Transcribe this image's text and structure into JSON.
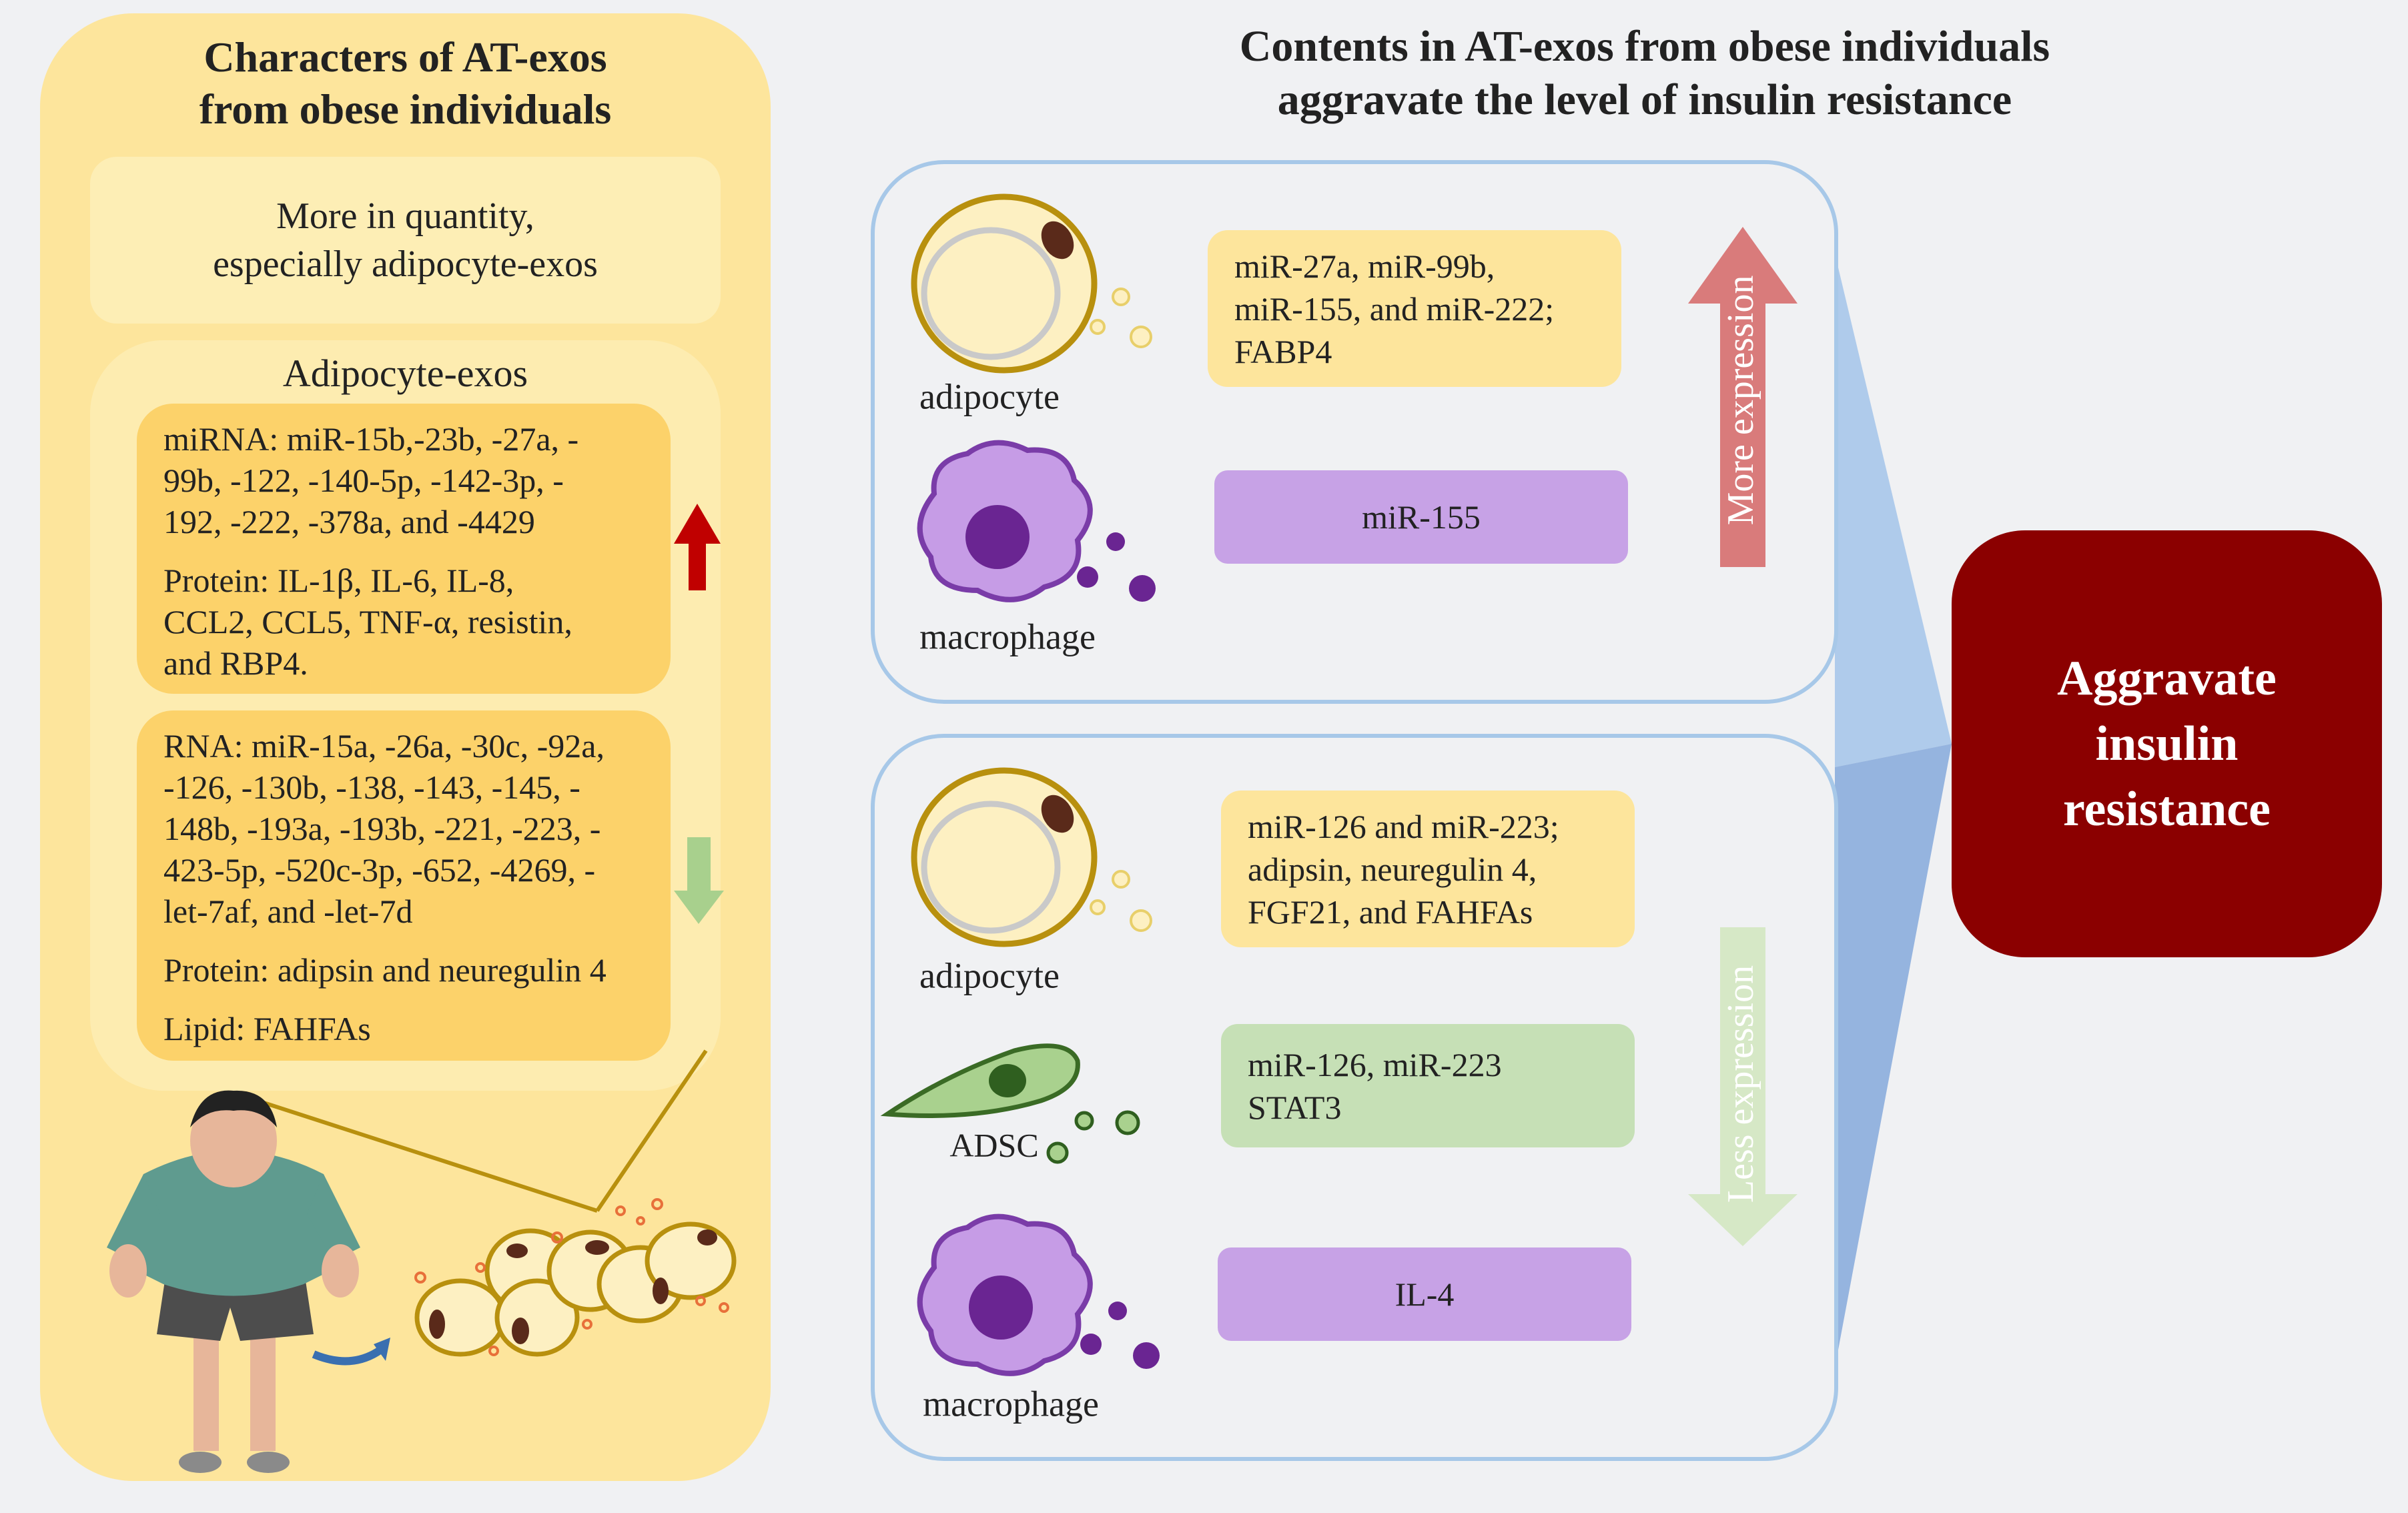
{
  "left": {
    "title": "Characters of AT-exos\nfrom obese individuals",
    "quantity_text": "More in quantity,\nespecially adipocyte-exos",
    "adipocyte_title": "Adipocyte-exos",
    "up_card": {
      "mirna": "miRNA: miR-15b,-23b, -27a, -\n99b, -122, -140-5p, -142-3p, -\n192, -222, -378a, and -4429",
      "protein": "Protein: IL-1β, IL-6, IL-8,\nCCL2, CCL5, TNF-α, resistin,\nand RBP4."
    },
    "down_card": {
      "rna": "RNA: miR-15a, -26a, -30c, -92a,\n-126, -130b, -138, -143, -145, -\n148b, -193a, -193b, -221, -223, -\n423-5p, -520c-3p, -652, -4269, -\nlet-7af, and -let-7d",
      "protein": "Protein: adipsin and neuregulin 4",
      "lipid": "Lipid: FAHFAs"
    }
  },
  "right": {
    "title": "Contents in AT-exos from obese individuals\naggravate the level of insulin resistance",
    "top_panel": {
      "adipocyte_label": "adipocyte",
      "macrophage_label": "macrophage",
      "adipocyte_content": "miR-27a, miR-99b,\nmiR-155, and miR-222;\nFABP4",
      "macrophage_content": "miR-155",
      "arrow_label": "More expression"
    },
    "bottom_panel": {
      "adipocyte_label": "adipocyte",
      "adsc_label": "ADSC",
      "macrophage_label": "macrophage",
      "adipocyte_content": "miR-126 and miR-223;\nadipsin, neuregulin 4,\nFGF21, and FAHFAs",
      "adsc_content": "miR-126, miR-223\nSTAT3",
      "macrophage_content": "IL-4",
      "arrow_label": "Less expression"
    },
    "result": "Aggravate\ninsulin\nresistance"
  },
  "colors": {
    "up_arrow": "#c00000",
    "down_arrow": "#a8d08d",
    "more_expression_arrow": "#d97b7b",
    "less_expression_arrow": "#d6e8c6",
    "result_fill": "#8b0000",
    "adipocyte_fill": "#fdf0c2",
    "macrophage_fill": "#c69ce6",
    "adsc_fill": "#a9d18e"
  }
}
